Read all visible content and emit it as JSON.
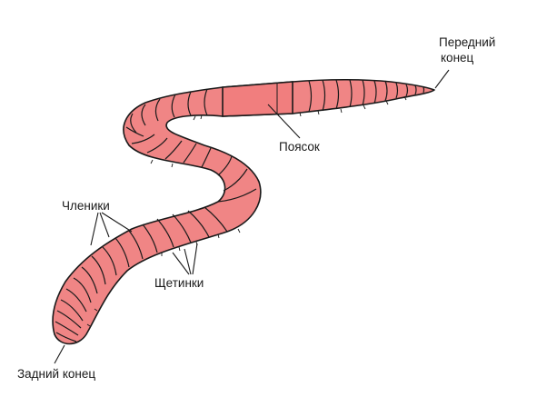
{
  "labels": {
    "front_end_line1": "Передний",
    "front_end_line2": "конец",
    "clitellum": "Поясок",
    "segments": "Членики",
    "setae": "Щетинки",
    "rear_end": "Задний конец"
  },
  "colors": {
    "body": "#f08585",
    "outline": "#1a1a1a",
    "clitellum": "#f17e7e"
  }
}
